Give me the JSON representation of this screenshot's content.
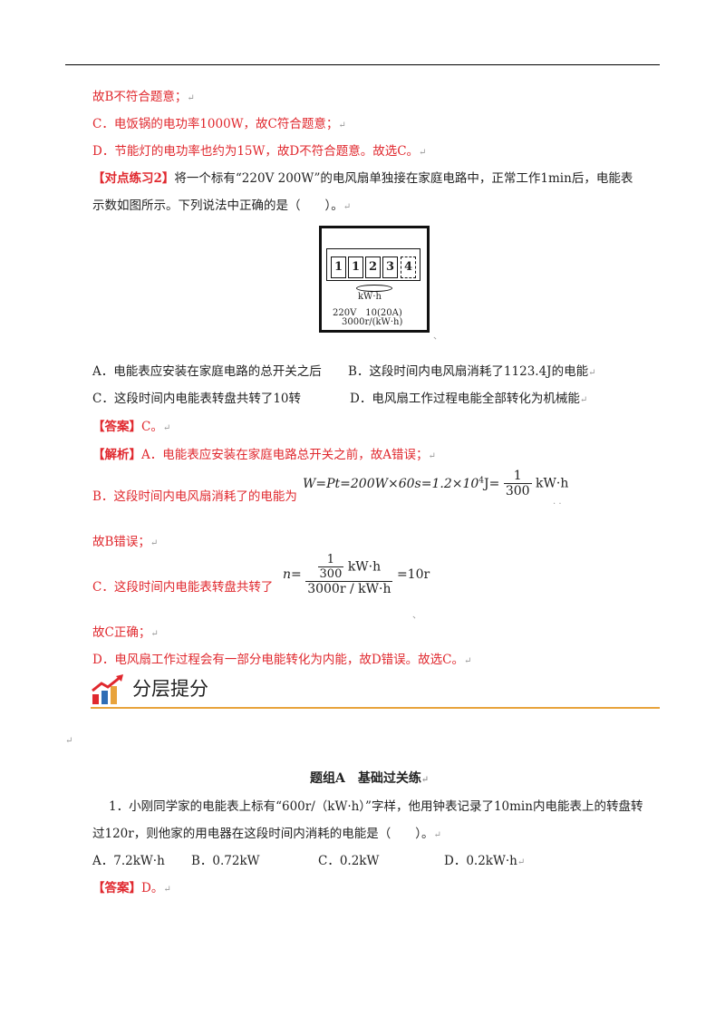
{
  "lines": {
    "l1": "故B不符合题意；",
    "l2": "C．电饭锅的电功率1000W，故C符合题意；",
    "l3": "D．节能灯的电功率也约为15W，故D不符合题意。故选C。",
    "l4_tag": "【对点练习2】",
    "l4_text": "将一个标有“220V 200W”的电风扇单独接在家庭电路中，正常工作1min后，电能表",
    "l5": "示数如图所示。下列说法中正确的是（　　）。",
    "optA": "A．电能表应安装在家庭电路的总开关之后",
    "optB": "B．这段时间内电风扇消耗了1123.4J的电能",
    "optC": "C．这段时间内电能表转盘共转了10转",
    "optD": "D．电风扇工作过程电能全部转化为机械能",
    "ans_tag": "【答案】",
    "ans_val": "C。",
    "jx_tag": "【解析】",
    "jx_text": "A．电能表应安装在家庭电路总开关之前，故A错误；",
    "b_text": "B．这段时间内电风扇消耗了的电能为",
    "b_err": "故B错误；",
    "c_text": "C．这段时间内电能表转盘共转了",
    "c_ok": "故C正确；",
    "d_text": "D．电风扇工作过程会有一部分电能转化为内能，故D错误。故选C。"
  },
  "meter": {
    "digits": [
      "1",
      "1",
      "2",
      "3",
      "4"
    ],
    "unit": "kW·h",
    "spec1": "220V　10(20A)",
    "spec2": "3000r/(kW·h)"
  },
  "formula_b": {
    "lhs": "W=Pt=200W×60s=1.2×10",
    "exp": "4",
    "mid": "J=",
    "num": "1",
    "den": "300",
    "unit": "kW·h"
  },
  "formula_c": {
    "lhs": "n=",
    "num_num": "1",
    "num_den": "300",
    "num_unit": "kW·h",
    "den": "3000r / kW·h",
    "rhs": "=10r"
  },
  "section": {
    "title": "分层提分",
    "colors": {
      "arrow": "#e0282e",
      "bar_blue": "#2f6db5",
      "bar_orange": "#e8a33c",
      "rule": "#e8a33c"
    }
  },
  "group_title": "题组A　基础过关练",
  "q1": {
    "line1": "1．小刚同学家的电能表上标有“600r/（kW·h）”字样，他用钟表记录了10min内电能表上的转盘转",
    "line2": "过120r，则他家的用电器在这段时间内消耗的电能是（　　）。",
    "options": [
      "A．7.2kW·h",
      "B．0.72kW",
      "C．0.2kW",
      "D．0.2kW·h"
    ],
    "ans_tag": "【答案】",
    "ans_val": "D。"
  }
}
